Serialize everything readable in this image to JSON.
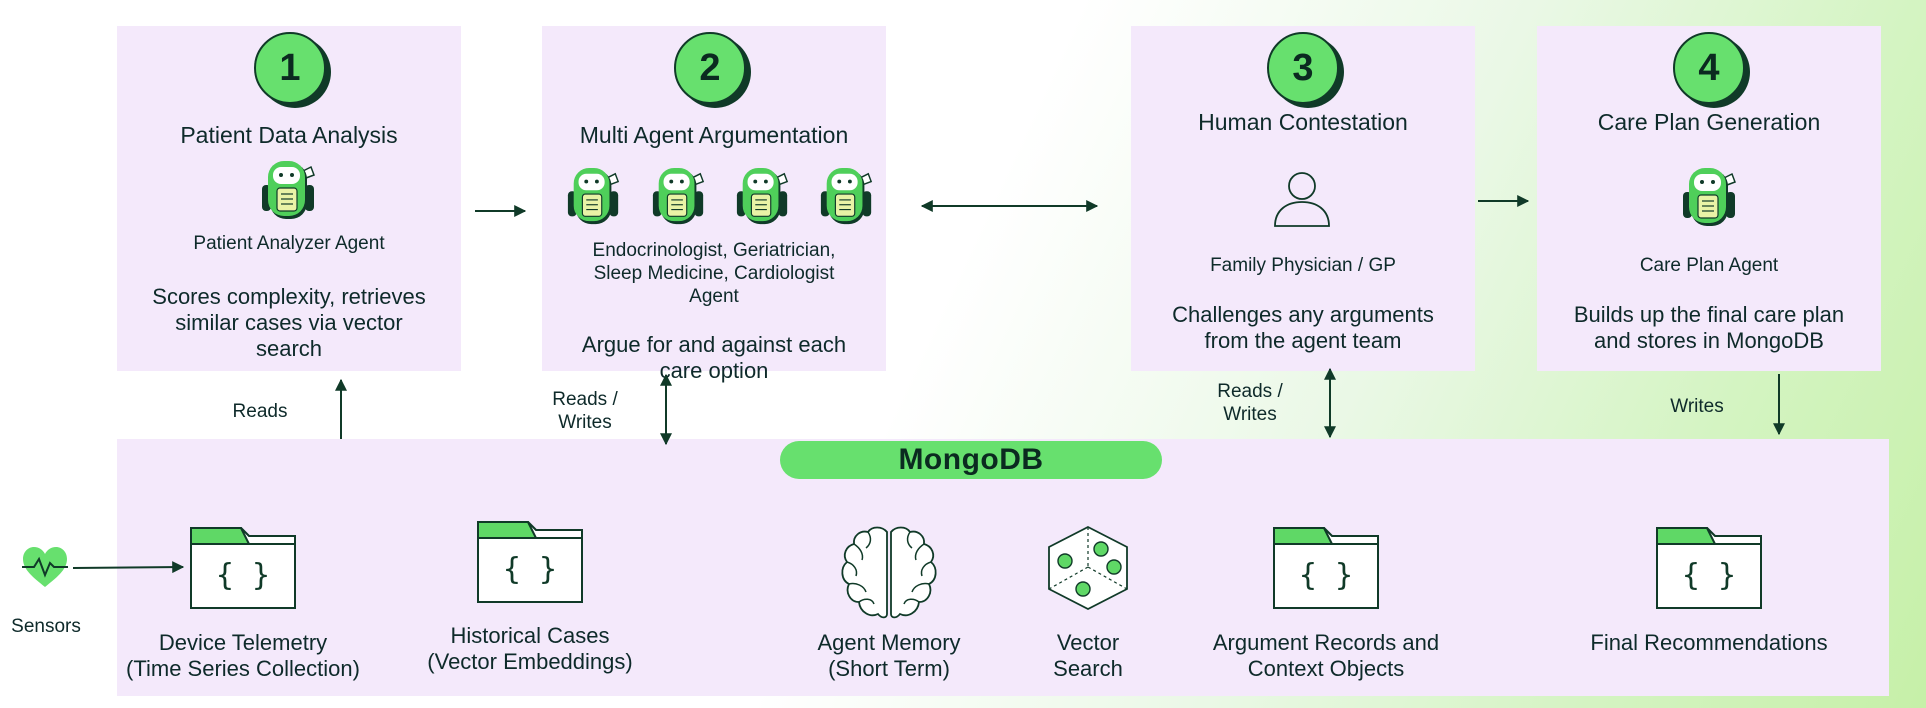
{
  "colors": {
    "box_fill": "#f4e9fb",
    "accent_green": "#67e06e",
    "dark": "#103a28"
  },
  "steps": [
    {
      "number": "1",
      "title": "Patient Data Analysis",
      "agent": "Patient Analyzer Agent",
      "description": [
        "Scores complexity, retrieves",
        "similar cases via vector",
        "search"
      ],
      "icon": "robot-agent-icon"
    },
    {
      "number": "2",
      "title": "Multi Agent Argumentation",
      "agent": [
        "Endocrinologist, Geriatrician,",
        "Sleep Medicine, Cardiologist",
        "Agent"
      ],
      "description": [
        "Argue for and against each",
        "care option"
      ],
      "icon": "robot-agent-icon"
    },
    {
      "number": "3",
      "title": "Human Contestation",
      "agent": "Family Physician / GP",
      "description": [
        "Challenges any arguments",
        "from the agent team"
      ],
      "icon": "person-icon"
    },
    {
      "number": "4",
      "title": "Care Plan Generation",
      "agent": "Care Plan Agent",
      "description": [
        "Builds up the final care plan",
        "and stores in MongoDB"
      ],
      "icon": "robot-agent-icon"
    }
  ],
  "arrow_labels": {
    "reads": "Reads",
    "reads_writes_1": [
      "Reads /",
      "Writes"
    ],
    "reads_writes_2": [
      "Reads /",
      "Writes"
    ],
    "writes": "Writes"
  },
  "database": {
    "title": "MongoDB",
    "sensors_label": "Sensors",
    "collections": [
      {
        "icon": "json-folder-icon",
        "lines": [
          "Device Telemetry",
          "(Time Series Collection)"
        ]
      },
      {
        "icon": "json-folder-icon",
        "lines": [
          "Historical Cases",
          "(Vector Embeddings)"
        ]
      },
      {
        "icon": "brain-icon",
        "lines": [
          "Agent Memory",
          "(Short Term)"
        ]
      },
      {
        "icon": "vector-cube-icon",
        "lines": [
          "Vector",
          "Search"
        ]
      },
      {
        "icon": "json-folder-icon",
        "lines": [
          "Argument Records and",
          "Context Objects"
        ]
      },
      {
        "icon": "json-folder-icon",
        "lines": [
          "Final Recommendations"
        ]
      }
    ]
  }
}
